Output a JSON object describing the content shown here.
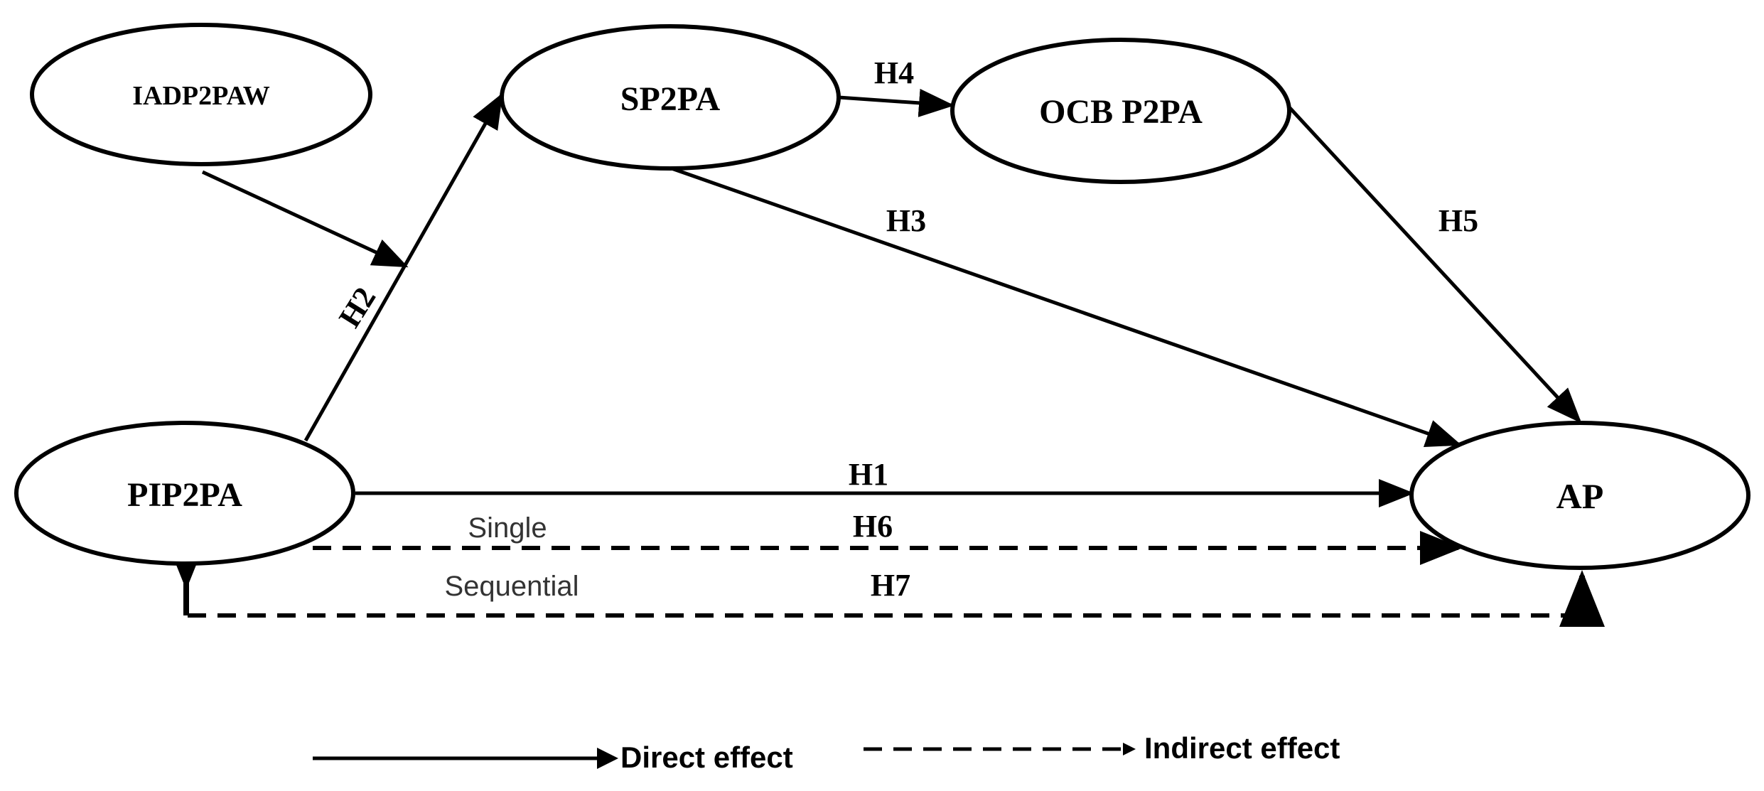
{
  "nodes": {
    "iadp2paw": "IADP2PAW",
    "sp2pa": "SP2PA",
    "ocb_p2pa": "OCB P2PA",
    "pip2pa": "PIP2PA",
    "ap": "AP"
  },
  "paths": {
    "h1": "H1",
    "h2": "H2",
    "h3": "H3",
    "h4": "H4",
    "h5": "H5",
    "h6": "H6",
    "h7": "H7"
  },
  "indirect_paths": {
    "single": "Single",
    "sequential": "Sequential"
  },
  "legend": {
    "direct": "Direct effect",
    "indirect": "Indirect effect"
  }
}
